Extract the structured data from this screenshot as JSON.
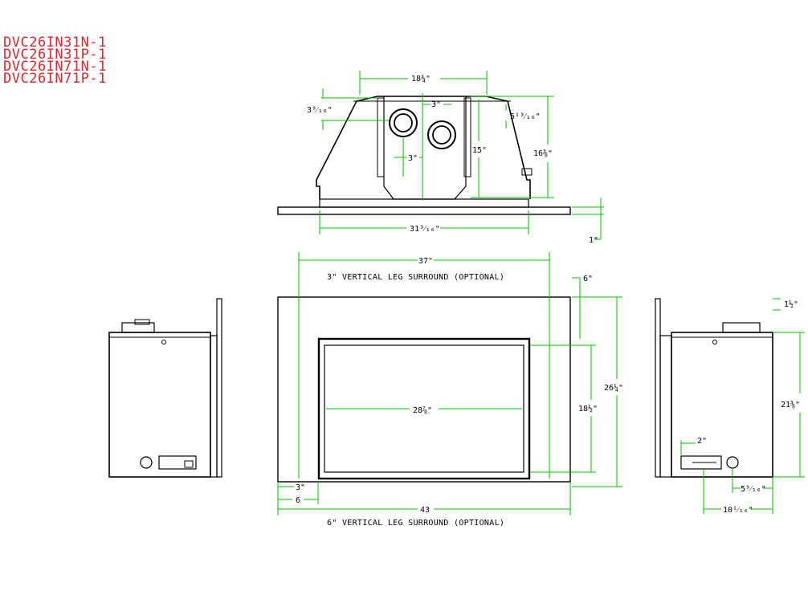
{
  "model_numbers": [
    "DVC26IN31N-1",
    "DVC26IN31P-1",
    "DVC26IN71N-1",
    "DVC26IN71P-1"
  ],
  "top_view": {
    "width_top": "18¾\"",
    "vent_offset": "3⁹⁄₁₆\"",
    "center_gap_top": "3\"",
    "center_gap_bottom": "3\"",
    "right_small": "5¹³⁄₁₆\"",
    "height_inner": "15\"",
    "height_outer": "16⅜\"",
    "base_width": "31³⁄₁₆\"",
    "flange": "1\""
  },
  "front_view": {
    "surround_3_width": "37\"",
    "surround_3_caption": "3\" VERTICAL LEG SURROUND (OPTIONAL)",
    "top_border": "6\"",
    "overall_height": "26¼\"",
    "opening_height": "18½\"",
    "opening_width": "28⅞\"",
    "leg_3": "3\"",
    "leg_6": "6",
    "surround_6_width": "43",
    "surround_6_caption": "6\" VERTICAL LEG SURROUND (OPTIONAL)"
  },
  "right_view": {
    "top_flange": "1½\"",
    "height": "21⅜\"",
    "box_left": "2\"",
    "gas_offset": "5⁹⁄₁₆\"",
    "box_depth": "10¹⁄₁₆\""
  },
  "colors": {
    "outline": "#000000",
    "dimension": "#00c000",
    "model_text": "#e0262b"
  }
}
